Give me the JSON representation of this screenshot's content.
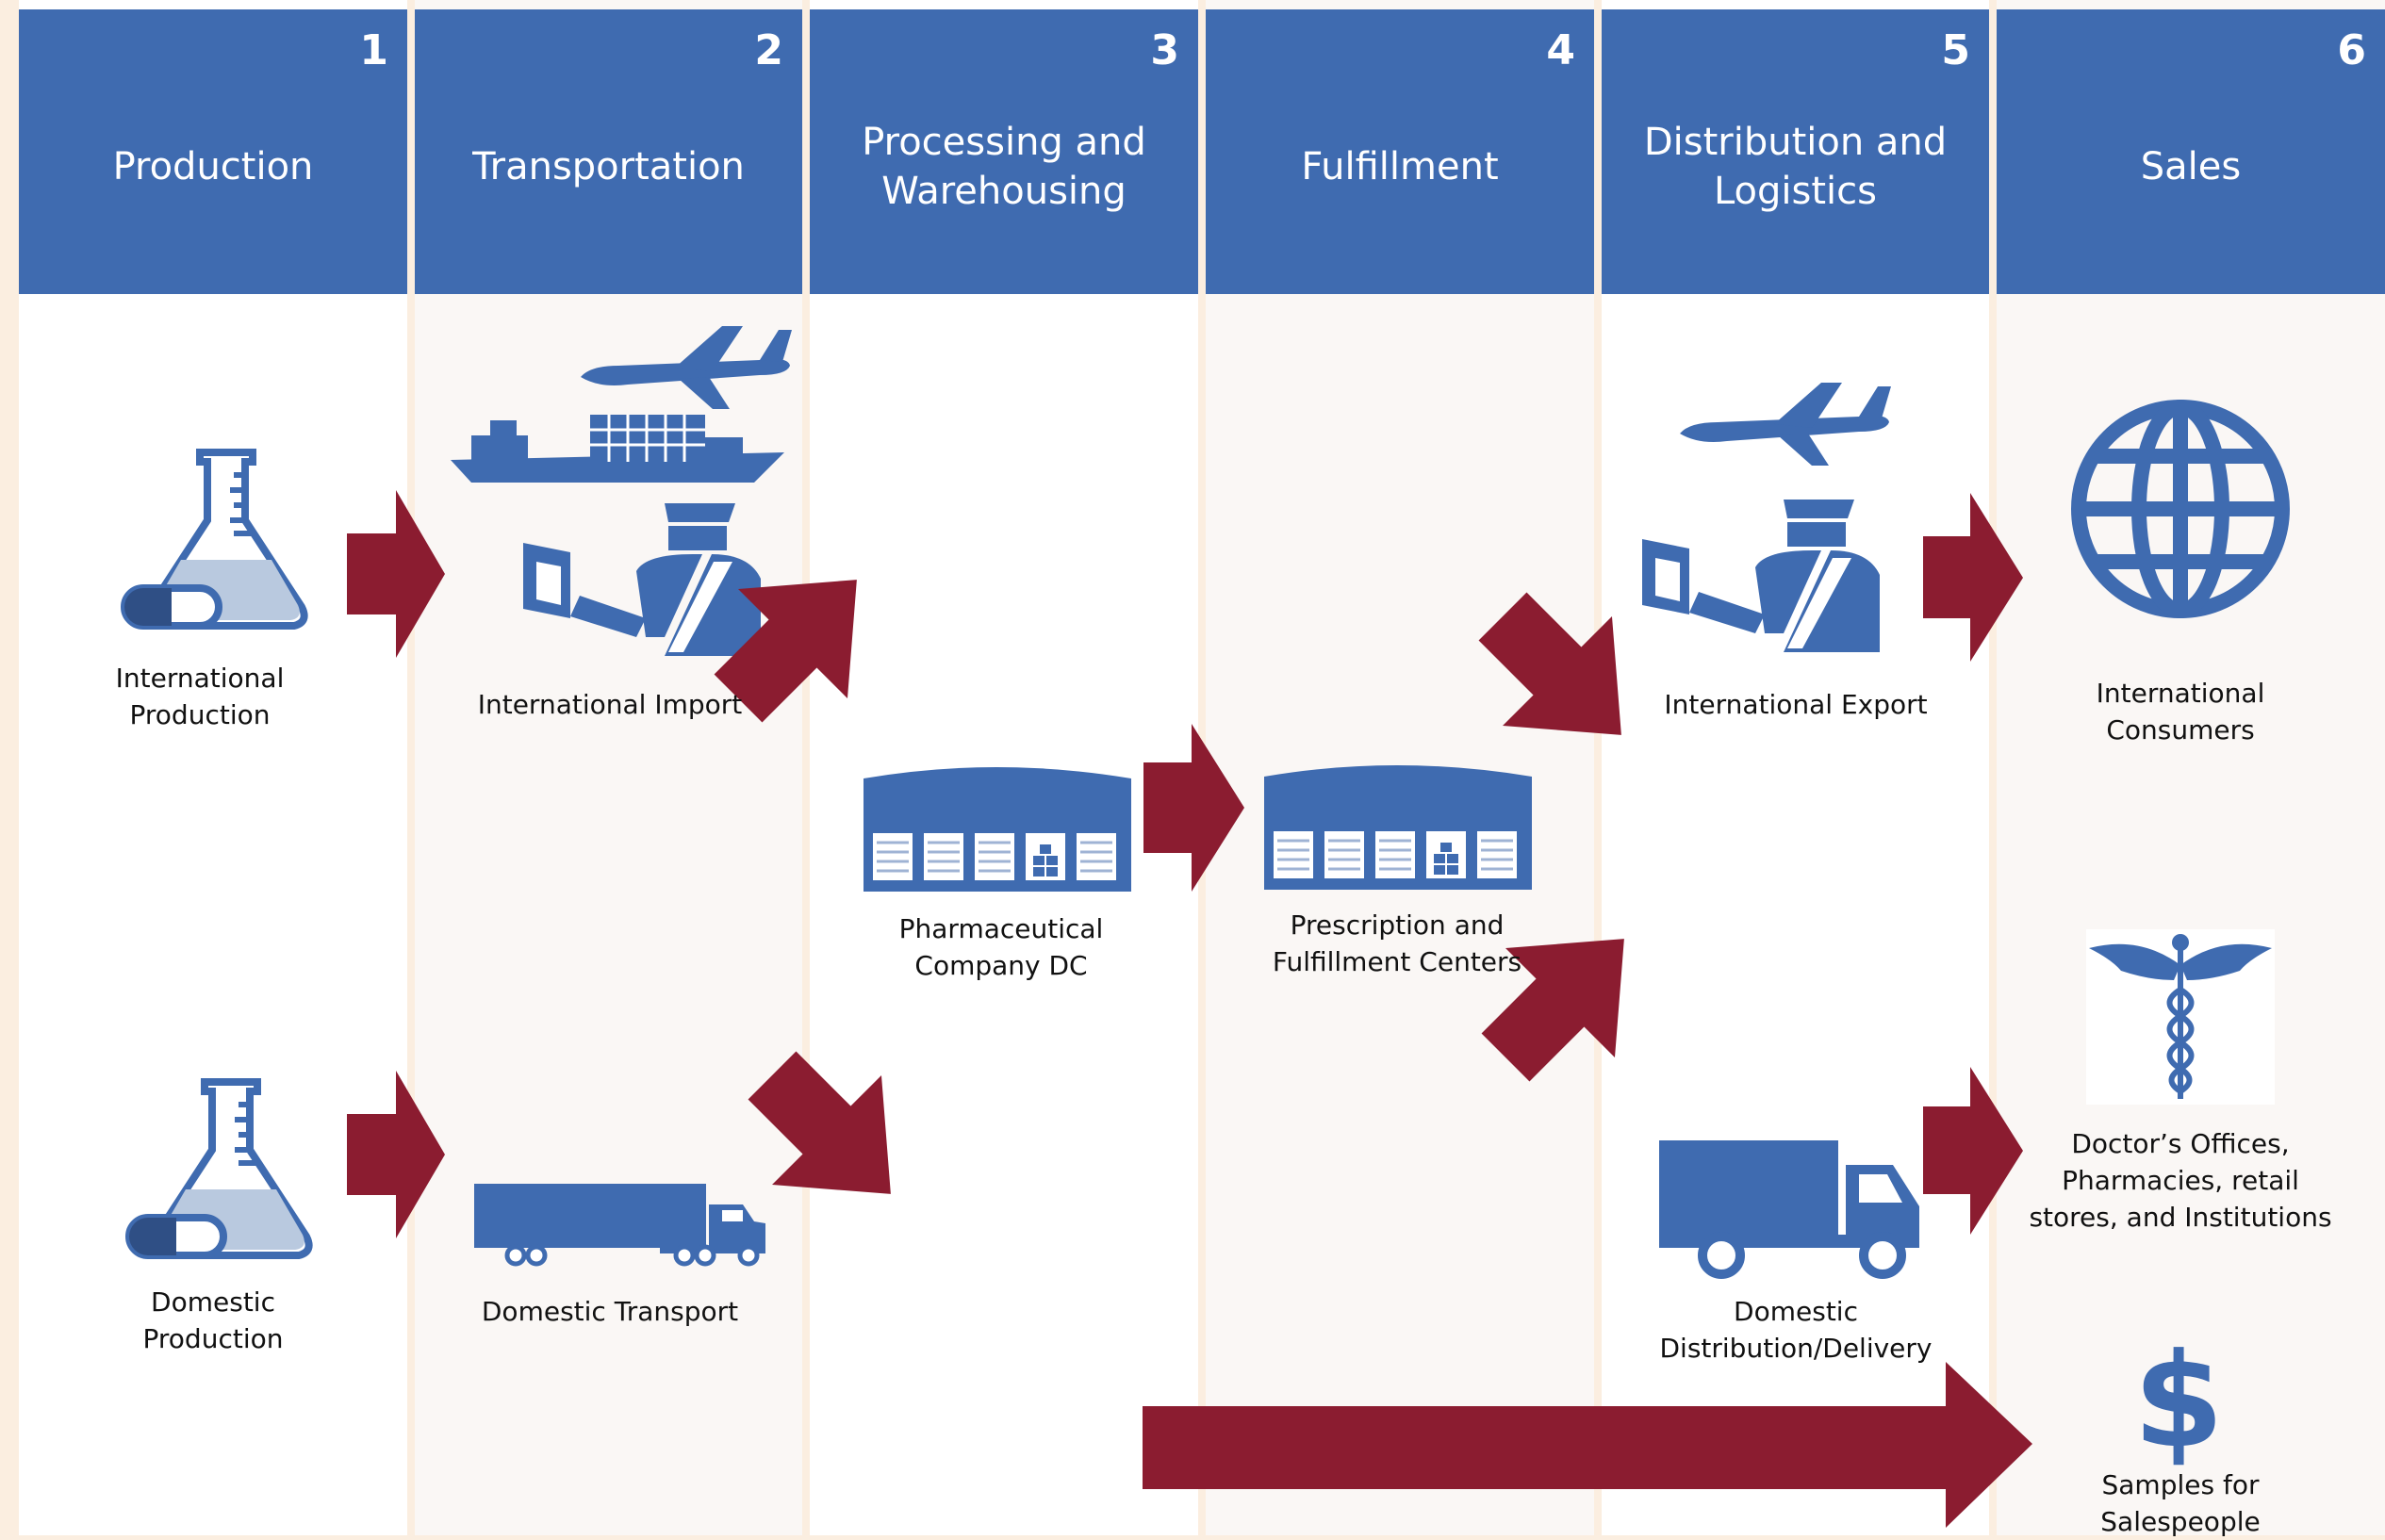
{
  "colors": {
    "header": "#3f6bb0",
    "icon": "#3f6bb0",
    "arrow": "#8b1c30",
    "page": "#fbeee0"
  },
  "columns": [
    {
      "number": "1",
      "title": "Production"
    },
    {
      "number": "2",
      "title": "Transportation"
    },
    {
      "number": "3",
      "title": "Processing and\nWarehousing"
    },
    {
      "number": "4",
      "title": "Fulfillment"
    },
    {
      "number": "5",
      "title": "Distribution and\nLogistics"
    },
    {
      "number": "6",
      "title": "Sales"
    }
  ],
  "nodes": {
    "international_production": {
      "label": "International\nProduction",
      "icon": "flask-pill-icon"
    },
    "international_import": {
      "label": "International Import",
      "icon": "customs-officer-icon"
    },
    "pharmaceutical_dc": {
      "label": "Pharmaceutical\nCompany DC",
      "icon": "warehouse-icon"
    },
    "prescription_centers": {
      "label": "Prescription and\nFulfillment Centers",
      "icon": "warehouse-icon"
    },
    "international_export": {
      "label": "International Export",
      "icon": "customs-officer-icon"
    },
    "international_consumers": {
      "label": "International\nConsumers",
      "icon": "globe-icon"
    },
    "domestic_production": {
      "label": "Domestic\nProduction",
      "icon": "flask-pill-icon"
    },
    "domestic_transport": {
      "label": "Domestic Transport",
      "icon": "semi-truck-icon"
    },
    "domestic_delivery": {
      "label": "Domestic\nDistribution/Delivery",
      "icon": "box-truck-icon"
    },
    "doctors_offices": {
      "label": "Doctor’s Offices,\nPharmacies, retail\nstores, and Institutions",
      "icon": "caduceus-icon"
    },
    "samples": {
      "label": "Samples for\nSalespeople",
      "icon": "dollar-icon"
    }
  }
}
